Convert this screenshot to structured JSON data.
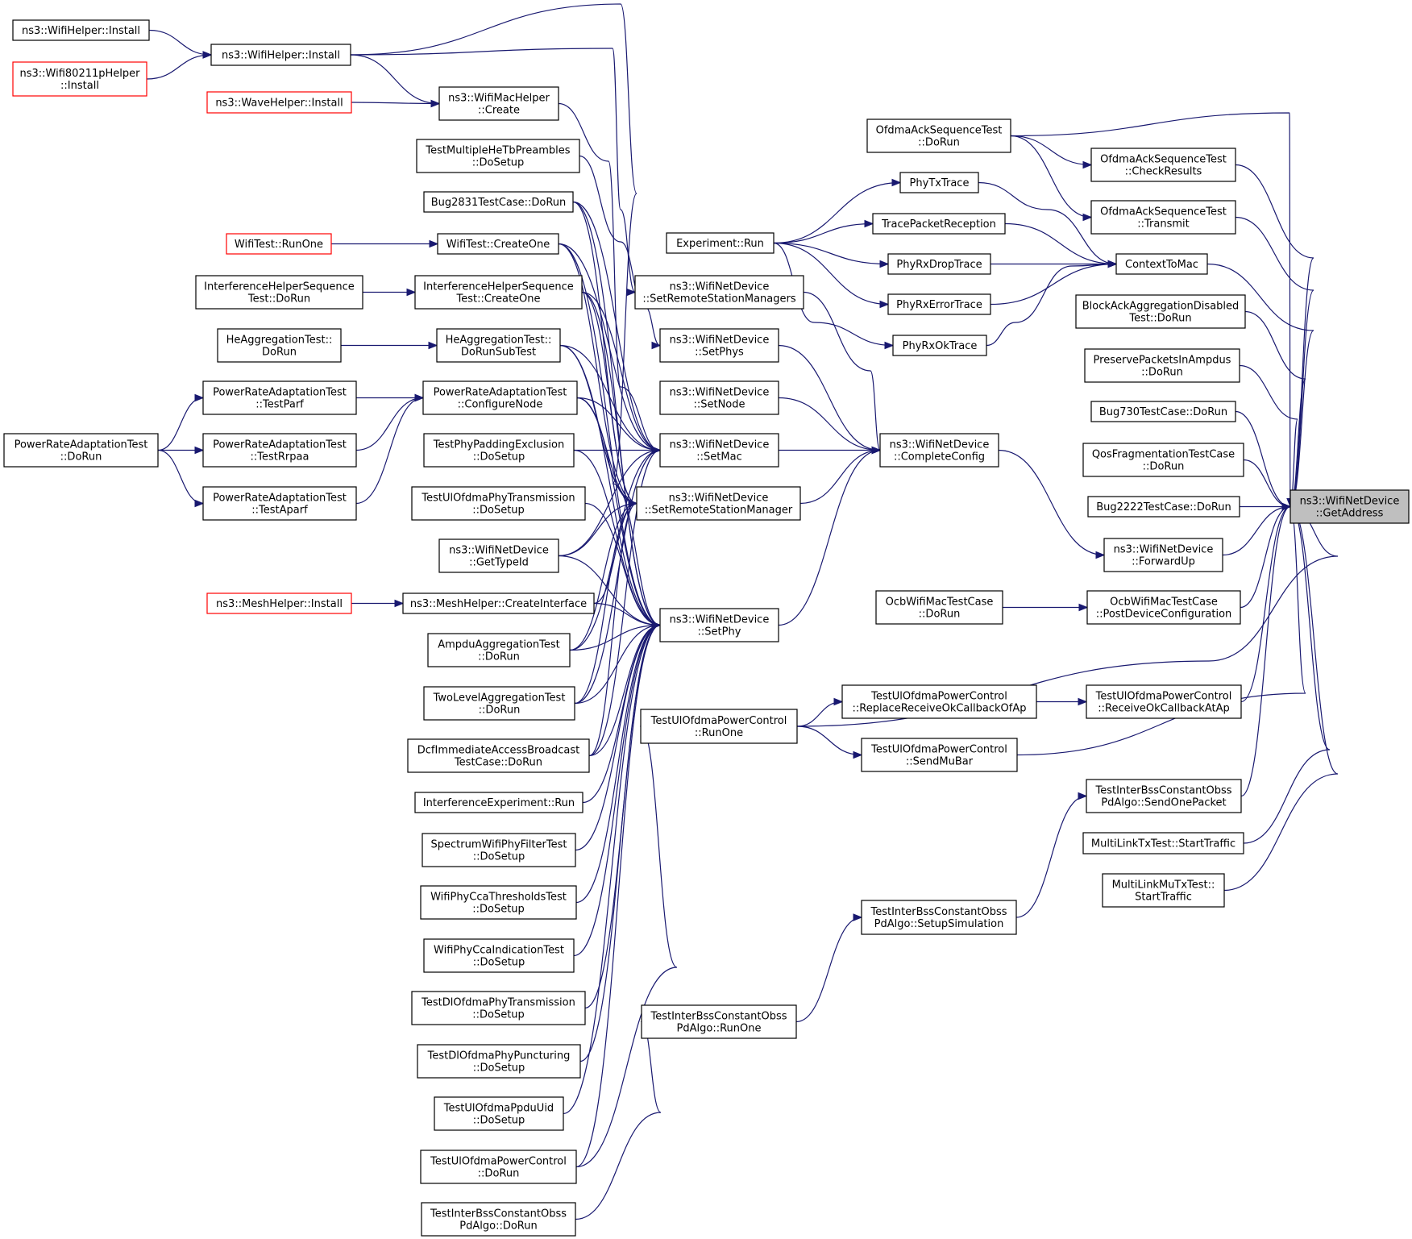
{
  "graph": {
    "target": "n_getaddr",
    "colors": {
      "edge": "#191970",
      "node_border": "#000000",
      "external_node_border": "#ff0000",
      "target_fill": "#bfbfbf"
    },
    "nodes": [
      {
        "id": "n_wh_install_a",
        "lines": [
          "ns3::WifiHelper::Install"
        ],
        "style": "normal"
      },
      {
        "id": "n_w80211p",
        "lines": [
          "ns3::Wifi80211pHelper",
          "::Install"
        ],
        "style": "red"
      },
      {
        "id": "n_wh_install_b",
        "lines": [
          "ns3::WifiHelper::Install"
        ],
        "style": "normal"
      },
      {
        "id": "n_wave",
        "lines": [
          "ns3::WaveHelper::Install"
        ],
        "style": "red"
      },
      {
        "id": "n_macch",
        "lines": [
          "ns3::WifiMacHelper",
          "::Create"
        ],
        "style": "normal"
      },
      {
        "id": "n_tmhe",
        "lines": [
          "TestMultipleHeTbPreambles",
          "::DoSetup"
        ],
        "style": "normal"
      },
      {
        "id": "n_bug2831",
        "lines": [
          "Bug2831TestCase::DoRun"
        ],
        "style": "normal"
      },
      {
        "id": "n_wtrun",
        "lines": [
          "WifiTest::RunOne"
        ],
        "style": "red"
      },
      {
        "id": "n_wtcreate",
        "lines": [
          "WifiTest::CreateOne"
        ],
        "style": "normal"
      },
      {
        "id": "n_ihs_dorun",
        "lines": [
          "InterferenceHelperSequence",
          "Test::DoRun"
        ],
        "style": "normal"
      },
      {
        "id": "n_ihs_create",
        "lines": [
          "InterferenceHelperSequence",
          "Test::CreateOne"
        ],
        "style": "normal"
      },
      {
        "id": "n_heagg_dorun",
        "lines": [
          "HeAggregationTest::",
          "DoRun"
        ],
        "style": "normal"
      },
      {
        "id": "n_heagg_sub",
        "lines": [
          "HeAggregationTest::",
          "DoRunSubTest"
        ],
        "style": "normal"
      },
      {
        "id": "n_pra_parf",
        "lines": [
          "PowerRateAdaptationTest",
          "::TestParf"
        ],
        "style": "normal"
      },
      {
        "id": "n_pra_conf",
        "lines": [
          "PowerRateAdaptationTest",
          "::ConfigureNode"
        ],
        "style": "normal"
      },
      {
        "id": "n_pra_dorun",
        "lines": [
          "PowerRateAdaptationTest",
          "::DoRun"
        ],
        "style": "normal"
      },
      {
        "id": "n_pra_rrpaa",
        "lines": [
          "PowerRateAdaptationTest",
          "::TestRrpaa"
        ],
        "style": "normal"
      },
      {
        "id": "n_tppe",
        "lines": [
          "TestPhyPaddingExclusion",
          "::DoSetup"
        ],
        "style": "normal"
      },
      {
        "id": "n_pra_aparf",
        "lines": [
          "PowerRateAdaptationTest",
          "::TestAparf"
        ],
        "style": "normal"
      },
      {
        "id": "n_tulpt",
        "lines": [
          "TestUlOfdmaPhyTransmission",
          "::DoSetup"
        ],
        "style": "normal"
      },
      {
        "id": "n_gettypeid",
        "lines": [
          "ns3::WifiNetDevice",
          "::GetTypeId"
        ],
        "style": "normal"
      },
      {
        "id": "n_meshinst",
        "lines": [
          "ns3::MeshHelper::Install"
        ],
        "style": "red"
      },
      {
        "id": "n_meshci",
        "lines": [
          "ns3::MeshHelper::CreateInterface"
        ],
        "style": "normal"
      },
      {
        "id": "n_ampdu",
        "lines": [
          "AmpduAggregationTest",
          "::DoRun"
        ],
        "style": "normal"
      },
      {
        "id": "n_twolvl",
        "lines": [
          "TwoLevelAggregationTest",
          "::DoRun"
        ],
        "style": "normal"
      },
      {
        "id": "n_dcf",
        "lines": [
          "DcfImmediateAccessBroadcast",
          "TestCase::DoRun"
        ],
        "style": "normal"
      },
      {
        "id": "n_intexp",
        "lines": [
          "InterferenceExperiment::Run"
        ],
        "style": "normal"
      },
      {
        "id": "n_swpft",
        "lines": [
          "SpectrumWifiPhyFilterTest",
          "::DoSetup"
        ],
        "style": "normal"
      },
      {
        "id": "n_wpcct",
        "lines": [
          "WifiPhyCcaThresholdsTest",
          "::DoSetup"
        ],
        "style": "normal"
      },
      {
        "id": "n_wpcci",
        "lines": [
          "WifiPhyCcaIndicationTest",
          "::DoSetup"
        ],
        "style": "normal"
      },
      {
        "id": "n_tdlpt",
        "lines": [
          "TestDlOfdmaPhyTransmission",
          "::DoSetup"
        ],
        "style": "normal"
      },
      {
        "id": "n_tdlpp",
        "lines": [
          "TestDlOfdmaPhyPuncturing",
          "::DoSetup"
        ],
        "style": "normal"
      },
      {
        "id": "n_tulppdu",
        "lines": [
          "TestUlOfdmaPpduUid",
          "::DoSetup"
        ],
        "style": "normal"
      },
      {
        "id": "n_tulpc_dorun",
        "lines": [
          "TestUlOfdmaPowerControl",
          "::DoRun"
        ],
        "style": "normal"
      },
      {
        "id": "n_tibss_dorun",
        "lines": [
          "TestInterBssConstantObss",
          "PdAlgo::DoRun"
        ],
        "style": "normal"
      },
      {
        "id": "n_exprun",
        "lines": [
          "Experiment::Run"
        ],
        "style": "normal"
      },
      {
        "id": "n_setrsm_s",
        "lines": [
          "ns3::WifiNetDevice",
          "::SetRemoteStationManagers"
        ],
        "style": "normal"
      },
      {
        "id": "n_setphys",
        "lines": [
          "ns3::WifiNetDevice",
          "::SetPhys"
        ],
        "style": "normal"
      },
      {
        "id": "n_setnode",
        "lines": [
          "ns3::WifiNetDevice",
          "::SetNode"
        ],
        "style": "normal"
      },
      {
        "id": "n_setmac",
        "lines": [
          "ns3::WifiNetDevice",
          "::SetMac"
        ],
        "style": "normal"
      },
      {
        "id": "n_setrsm",
        "lines": [
          "ns3::WifiNetDevice",
          "::SetRemoteStationManager"
        ],
        "style": "normal"
      },
      {
        "id": "n_setphy",
        "lines": [
          "ns3::WifiNetDevice",
          "::SetPhy"
        ],
        "style": "normal"
      },
      {
        "id": "n_tulpc_runone",
        "lines": [
          "TestUlOfdmaPowerControl",
          "::RunOne"
        ],
        "style": "normal"
      },
      {
        "id": "n_tibss_runone",
        "lines": [
          "TestInterBssConstantObss",
          "PdAlgo::RunOne"
        ],
        "style": "normal"
      },
      {
        "id": "n_phytx",
        "lines": [
          "PhyTxTrace"
        ],
        "style": "normal"
      },
      {
        "id": "n_tpr",
        "lines": [
          "TracePacketReception"
        ],
        "style": "normal"
      },
      {
        "id": "n_phyrxdrop",
        "lines": [
          "PhyRxDropTrace"
        ],
        "style": "normal"
      },
      {
        "id": "n_phyrxerr",
        "lines": [
          "PhyRxErrorTrace"
        ],
        "style": "normal"
      },
      {
        "id": "n_phyrxok",
        "lines": [
          "PhyRxOkTrace"
        ],
        "style": "normal"
      },
      {
        "id": "n_complete",
        "lines": [
          "ns3::WifiNetDevice",
          "::CompleteConfig"
        ],
        "style": "normal"
      },
      {
        "id": "n_replrx",
        "lines": [
          "TestUlOfdmaPowerControl",
          "::ReplaceReceiveOkCallbackOfAp"
        ],
        "style": "normal"
      },
      {
        "id": "n_sendmubar",
        "lines": [
          "TestUlOfdmaPowerControl",
          "::SendMuBar"
        ],
        "style": "normal"
      },
      {
        "id": "n_tibss_setup",
        "lines": [
          "TestInterBssConstantObss",
          "PdAlgo::SetupSimulation"
        ],
        "style": "normal"
      },
      {
        "id": "n_ocbdorun",
        "lines": [
          "OcbWifiMacTestCase",
          "::DoRun"
        ],
        "style": "normal"
      },
      {
        "id": "n_oast_dorun",
        "lines": [
          "OfdmaAckSequenceTest",
          "::DoRun"
        ],
        "style": "normal"
      },
      {
        "id": "n_oast_check",
        "lines": [
          "OfdmaAckSequenceTest",
          "::CheckResults"
        ],
        "style": "normal"
      },
      {
        "id": "n_oast_tx",
        "lines": [
          "OfdmaAckSequenceTest",
          "::Transmit"
        ],
        "style": "normal"
      },
      {
        "id": "n_ctm",
        "lines": [
          "ContextToMac"
        ],
        "style": "normal"
      },
      {
        "id": "n_baad",
        "lines": [
          "BlockAckAggregationDisabled",
          "Test::DoRun"
        ],
        "style": "normal"
      },
      {
        "id": "n_ppia",
        "lines": [
          "PreservePacketsInAmpdus",
          "::DoRun"
        ],
        "style": "normal"
      },
      {
        "id": "n_bug730",
        "lines": [
          "Bug730TestCase::DoRun"
        ],
        "style": "normal"
      },
      {
        "id": "n_qosfrag",
        "lines": [
          "QosFragmentationTestCase",
          "::DoRun"
        ],
        "style": "normal"
      },
      {
        "id": "n_bug2222",
        "lines": [
          "Bug2222TestCase::DoRun"
        ],
        "style": "normal"
      },
      {
        "id": "n_fwdup",
        "lines": [
          "ns3::WifiNetDevice",
          "::ForwardUp"
        ],
        "style": "normal"
      },
      {
        "id": "n_ocbpdc",
        "lines": [
          "OcbWifiMacTestCase",
          "::PostDeviceConfiguration"
        ],
        "style": "normal"
      },
      {
        "id": "n_recvok",
        "lines": [
          "TestUlOfdmaPowerControl",
          "::ReceiveOkCallbackAtAp"
        ],
        "style": "normal"
      },
      {
        "id": "n_tibss_send",
        "lines": [
          "TestInterBssConstantObss",
          "PdAlgo::SendOnePacket"
        ],
        "style": "normal"
      },
      {
        "id": "n_mltx",
        "lines": [
          "MultiLinkTxTest::StartTraffic"
        ],
        "style": "normal"
      },
      {
        "id": "n_mlmutx",
        "lines": [
          "MultiLinkMuTxTest::",
          "StartTraffic"
        ],
        "style": "normal"
      },
      {
        "id": "n_getaddr",
        "lines": [
          "ns3::WifiNetDevice",
          "::GetAddress"
        ],
        "style": "target"
      }
    ],
    "edges": [
      [
        "n_wh_install_a",
        "n_wh_install_b"
      ],
      [
        "n_w80211p",
        "n_wh_install_b"
      ],
      [
        "n_wh_install_b",
        "n_macch"
      ],
      [
        "n_wave",
        "n_macch"
      ],
      [
        "n_wtrun",
        "n_wtcreate"
      ],
      [
        "n_ihs_dorun",
        "n_ihs_create"
      ],
      [
        "n_heagg_dorun",
        "n_heagg_sub"
      ],
      [
        "n_pra_parf",
        "n_pra_conf"
      ],
      [
        "n_pra_rrpaa",
        "n_pra_conf"
      ],
      [
        "n_pra_aparf",
        "n_pra_conf"
      ],
      [
        "n_pra_dorun",
        "n_pra_parf"
      ],
      [
        "n_pra_dorun",
        "n_pra_rrpaa"
      ],
      [
        "n_pra_dorun",
        "n_pra_aparf"
      ],
      [
        "n_meshinst",
        "n_meshci"
      ],
      [
        "n_wh_install_b",
        "n_setrsm_s"
      ],
      [
        "n_tmhe",
        "n_setphys"
      ],
      [
        "n_macch",
        "n_setmac"
      ],
      [
        "n_wh_install_b",
        "n_setphy"
      ],
      [
        "n_bug2831",
        "n_setmac"
      ],
      [
        "n_bug2831",
        "n_setrsm"
      ],
      [
        "n_bug2831",
        "n_setphy"
      ],
      [
        "n_wtcreate",
        "n_setmac"
      ],
      [
        "n_wtcreate",
        "n_setrsm"
      ],
      [
        "n_wtcreate",
        "n_setphy"
      ],
      [
        "n_ihs_create",
        "n_setmac"
      ],
      [
        "n_ihs_create",
        "n_setrsm"
      ],
      [
        "n_ihs_create",
        "n_setphy"
      ],
      [
        "n_heagg_sub",
        "n_setmac"
      ],
      [
        "n_heagg_sub",
        "n_setrsm"
      ],
      [
        "n_heagg_sub",
        "n_setphy"
      ],
      [
        "n_pra_conf",
        "n_setmac"
      ],
      [
        "n_pra_conf",
        "n_setrsm"
      ],
      [
        "n_pra_conf",
        "n_setphy"
      ],
      [
        "n_tppe",
        "n_setmac"
      ],
      [
        "n_tppe",
        "n_setphy"
      ],
      [
        "n_tulpt",
        "n_setphy"
      ],
      [
        "n_gettypeid",
        "n_setmac"
      ],
      [
        "n_gettypeid",
        "n_setrsm"
      ],
      [
        "n_gettypeid",
        "n_setphy"
      ],
      [
        "n_meshci",
        "n_setrsm"
      ],
      [
        "n_meshci",
        "n_setphy"
      ],
      [
        "n_ampdu",
        "n_setmac"
      ],
      [
        "n_ampdu",
        "n_setrsm"
      ],
      [
        "n_ampdu",
        "n_setphy"
      ],
      [
        "n_twolvl",
        "n_setmac"
      ],
      [
        "n_twolvl",
        "n_setrsm"
      ],
      [
        "n_twolvl",
        "n_setphy"
      ],
      [
        "n_dcf",
        "n_setmac"
      ],
      [
        "n_dcf",
        "n_setrsm"
      ],
      [
        "n_dcf",
        "n_setphy"
      ],
      [
        "n_intexp",
        "n_setphy"
      ],
      [
        "n_swpft",
        "n_setphy"
      ],
      [
        "n_wpcct",
        "n_setphy"
      ],
      [
        "n_wpcci",
        "n_setphy"
      ],
      [
        "n_tdlpt",
        "n_setphy"
      ],
      [
        "n_tdlpp",
        "n_setphy"
      ],
      [
        "n_tulppdu",
        "n_setphy"
      ],
      [
        "n_tulpc_dorun",
        "n_setphy"
      ],
      [
        "n_tulpc_dorun",
        "n_tulpc_runone"
      ],
      [
        "n_tibss_dorun",
        "n_tibss_runone"
      ],
      [
        "n_exprun",
        "n_phytx"
      ],
      [
        "n_exprun",
        "n_tpr"
      ],
      [
        "n_exprun",
        "n_phyrxdrop"
      ],
      [
        "n_exprun",
        "n_phyrxerr"
      ],
      [
        "n_exprun",
        "n_phyrxok"
      ],
      [
        "n_setrsm_s",
        "n_complete"
      ],
      [
        "n_setphys",
        "n_complete"
      ],
      [
        "n_setnode",
        "n_complete"
      ],
      [
        "n_setmac",
        "n_complete"
      ],
      [
        "n_setrsm",
        "n_complete"
      ],
      [
        "n_setphy",
        "n_complete"
      ],
      [
        "n_tulpc_runone",
        "n_replrx"
      ],
      [
        "n_tulpc_runone",
        "n_sendmubar"
      ],
      [
        "n_tibss_runone",
        "n_tibss_setup"
      ],
      [
        "n_oast_dorun",
        "n_oast_check"
      ],
      [
        "n_oast_dorun",
        "n_oast_tx"
      ],
      [
        "n_phytx",
        "n_ctm"
      ],
      [
        "n_tpr",
        "n_ctm"
      ],
      [
        "n_phyrxdrop",
        "n_ctm"
      ],
      [
        "n_phyrxerr",
        "n_ctm"
      ],
      [
        "n_phyrxok",
        "n_ctm"
      ],
      [
        "n_complete",
        "n_fwdup"
      ],
      [
        "n_ocbdorun",
        "n_ocbpdc"
      ],
      [
        "n_replrx",
        "n_recvok"
      ],
      [
        "n_tibss_setup",
        "n_tibss_send"
      ],
      [
        "n_oast_dorun",
        "n_getaddr"
      ],
      [
        "n_oast_check",
        "n_getaddr"
      ],
      [
        "n_oast_tx",
        "n_getaddr"
      ],
      [
        "n_ctm",
        "n_getaddr"
      ],
      [
        "n_baad",
        "n_getaddr"
      ],
      [
        "n_ppia",
        "n_getaddr"
      ],
      [
        "n_bug730",
        "n_getaddr"
      ],
      [
        "n_qosfrag",
        "n_getaddr"
      ],
      [
        "n_bug2222",
        "n_getaddr"
      ],
      [
        "n_fwdup",
        "n_getaddr"
      ],
      [
        "n_ocbpdc",
        "n_getaddr"
      ],
      [
        "n_tulpc_runone",
        "n_getaddr"
      ],
      [
        "n_recvok",
        "n_getaddr"
      ],
      [
        "n_sendmubar",
        "n_getaddr"
      ],
      [
        "n_tibss_send",
        "n_getaddr"
      ],
      [
        "n_mltx",
        "n_getaddr"
      ],
      [
        "n_mlmutx",
        "n_getaddr"
      ]
    ]
  }
}
